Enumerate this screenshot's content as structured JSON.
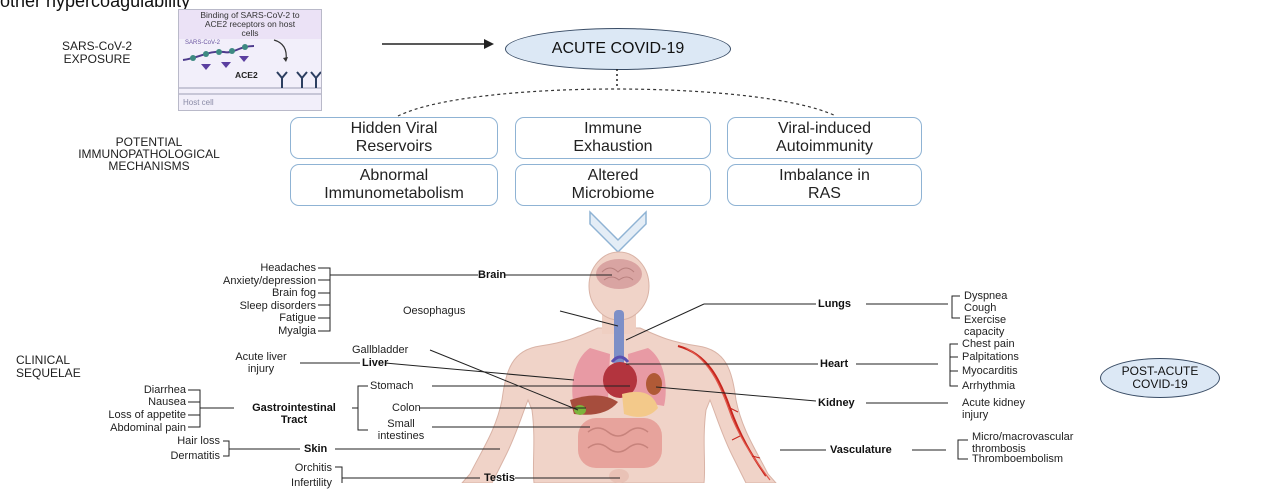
{
  "top_cut_text": "other hypercoagulability",
  "exposure_label": "SARS-CoV-2\nEXPOSURE",
  "binding_panel": {
    "title": "Binding of SARS-CoV-2 to\nACE2 receptors on host\ncells",
    "virus_label": "SARS-CoV-2",
    "receptor_label": "ACE2",
    "cell_label": "Host cell"
  },
  "acute_label": "ACUTE COVID-19",
  "mechanisms_label": "POTENTIAL\nIMMUNOPATHOLOGICAL\nMECHANISMS",
  "mechanisms": [
    "Hidden Viral\nReservoirs",
    "Immune\nExhaustion",
    "Viral-induced\nAutoimmunity",
    "Abnormal\nImmunometabolism",
    "Altered\nMicrobiome",
    "Imbalance in\nRAS"
  ],
  "clinical_label": "CLINICAL\nSEQUELAE",
  "post_acute_label": "POST-ACUTE\nCOVID-19",
  "organs": {
    "brain": "Brain",
    "oesophagus": "Oesophagus",
    "gallbladder": "Gallbladder",
    "liver": "Liver",
    "gi_tract": "Gastrointestinal\nTract",
    "stomach": "Stomach",
    "colon": "Colon",
    "small_intestines": "Small\nintestines",
    "skin": "Skin",
    "testis": "Testis",
    "lungs": "Lungs",
    "heart": "Heart",
    "kidney": "Kidney",
    "vasculature": "Vasculature"
  },
  "symptoms": {
    "brain": [
      "Headaches",
      "Anxiety/depression",
      "Brain fog",
      "Sleep disorders",
      "Fatigue",
      "Myalgia"
    ],
    "liver": "Acute liver\ninjury",
    "gi": [
      "Diarrhea",
      "Nausea",
      "Loss of appetite",
      "Abdominal pain"
    ],
    "skin": [
      "Hair loss",
      "Dermatitis"
    ],
    "testis": [
      "Orchitis",
      "Infertility"
    ],
    "lungs": [
      "Dyspnea",
      "Cough",
      "Exercise\ncapacity"
    ],
    "heart": [
      "Chest pain",
      "Palpitations",
      "Myocarditis",
      "Arrhythmia"
    ],
    "kidney": "Acute kidney\ninjury",
    "vasculature": [
      "Micro/macrovascular\nthrombosis",
      "Thromboembolism"
    ]
  }
}
